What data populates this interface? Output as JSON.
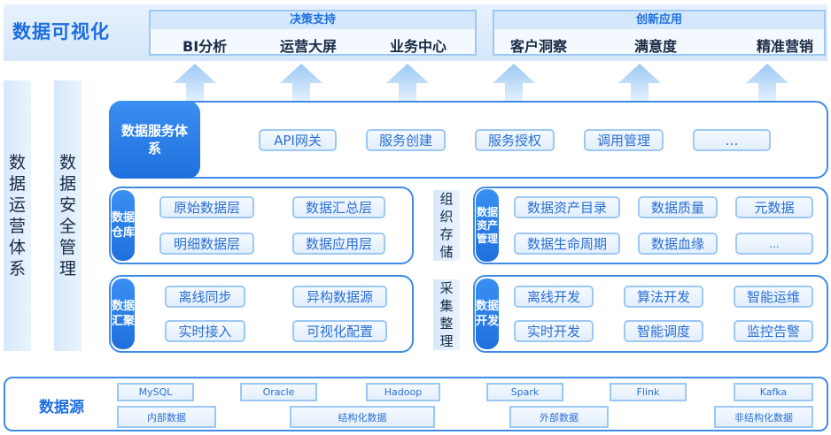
{
  "top": {
    "title": "数据可视化",
    "decision": {
      "header": "决策支持",
      "items": [
        "BI分析",
        "运营大屏",
        "业务中心"
      ]
    },
    "innovation": {
      "header": "创新应用",
      "items": [
        "客户洞察",
        "满意度",
        "精准营销"
      ]
    }
  },
  "side": {
    "left1": "数据运营体系",
    "left2": "数据安全管理"
  },
  "service": {
    "label": "数据服务体系",
    "items": [
      "API网关",
      "服务创建",
      "服务授权",
      "调用管理",
      "…"
    ]
  },
  "warehouse": {
    "label": "数据仓库",
    "items": [
      "原始数据层",
      "数据汇总层",
      "明细数据层",
      "数据应用层"
    ]
  },
  "storage": {
    "label": "组织存储"
  },
  "asset": {
    "label": "数据资产管理",
    "items": [
      "数据资产目录",
      "数据质量",
      "元数据",
      "数据生命周期",
      "数据血缘",
      "..."
    ]
  },
  "collect": {
    "label": "数据汇聚",
    "items": [
      "离线同步",
      "异构数据源",
      "实时接入",
      "可视化配置"
    ]
  },
  "gather": {
    "label": "采集整理"
  },
  "develop": {
    "label": "数据开发",
    "items": [
      "离线开发",
      "算法开发",
      "智能运维",
      "实时开发",
      "智能调度",
      "监控告警"
    ]
  },
  "source": {
    "label": "数据源",
    "row1": [
      "MySQL",
      "Oracle",
      "Hadoop",
      "Spark",
      "Flink",
      "Kafka"
    ],
    "row2": [
      "内部数据",
      "结构化数据",
      "外部数据",
      "非结构化数据"
    ]
  },
  "colors": {
    "accent": "#1f70dd",
    "chip_border": "#9ec8f4",
    "frame": "#3f8be6"
  }
}
